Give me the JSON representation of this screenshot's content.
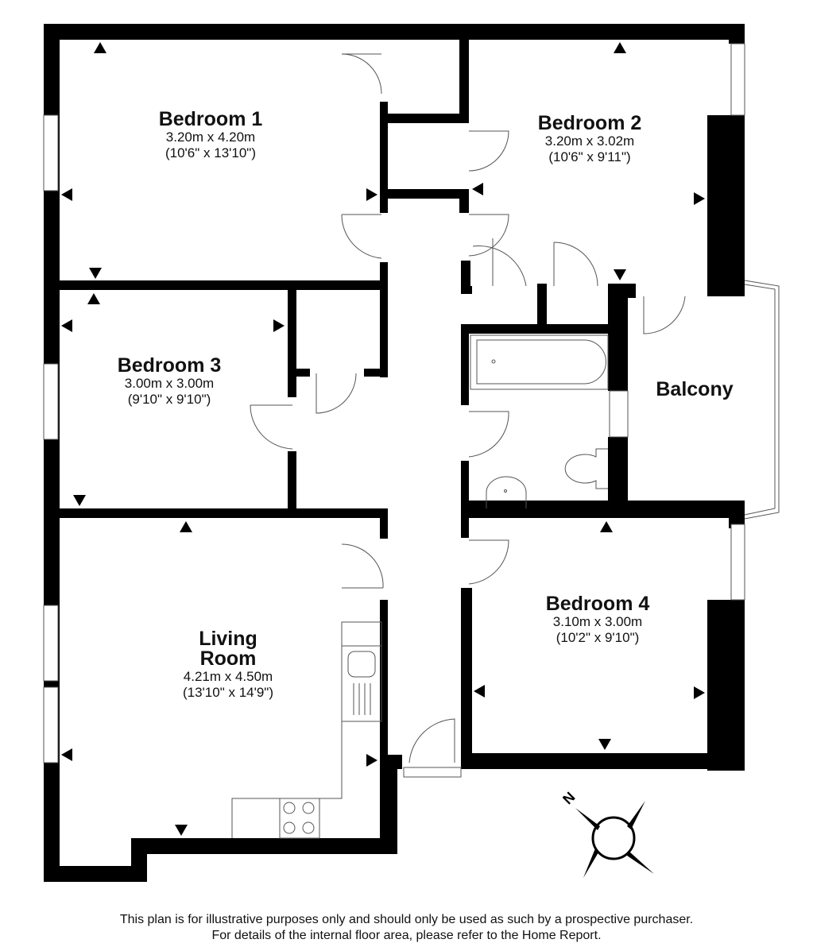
{
  "plan": {
    "rooms": [
      {
        "id": "bedroom1",
        "name": "Bedroom 1",
        "metric": "3.20m x 4.20m",
        "imperial": "(10'6\" x 13'10\")"
      },
      {
        "id": "bedroom2",
        "name": "Bedroom 2",
        "metric": "3.20m x 3.02m",
        "imperial": "(10'6\" x 9'11\")"
      },
      {
        "id": "bedroom3",
        "name": "Bedroom 3",
        "metric": "3.00m x 3.00m",
        "imperial": "(9'10\" x 9'10\")"
      },
      {
        "id": "bedroom4",
        "name": "Bedroom 4",
        "metric": "3.10m x 3.00m",
        "imperial": "(10'2\" x 9'10\")"
      },
      {
        "id": "living",
        "name": "Living Room",
        "name_line1": "Living",
        "name_line2": "Room",
        "metric": "4.21m x 4.50m",
        "imperial": "(13'10\" x 14'9\")"
      },
      {
        "id": "balcony",
        "name": "Balcony"
      }
    ],
    "compass": {
      "label": "N",
      "icon": "compass-icon"
    },
    "colors": {
      "wall": "#000000",
      "line": "#555555",
      "background": "#ffffff"
    }
  },
  "disclaimer": {
    "line1": "This plan is for illustrative purposes only and should only be used as such by a prospective purchaser.",
    "line2": "For details of the internal floor area, please refer to the Home Report."
  }
}
